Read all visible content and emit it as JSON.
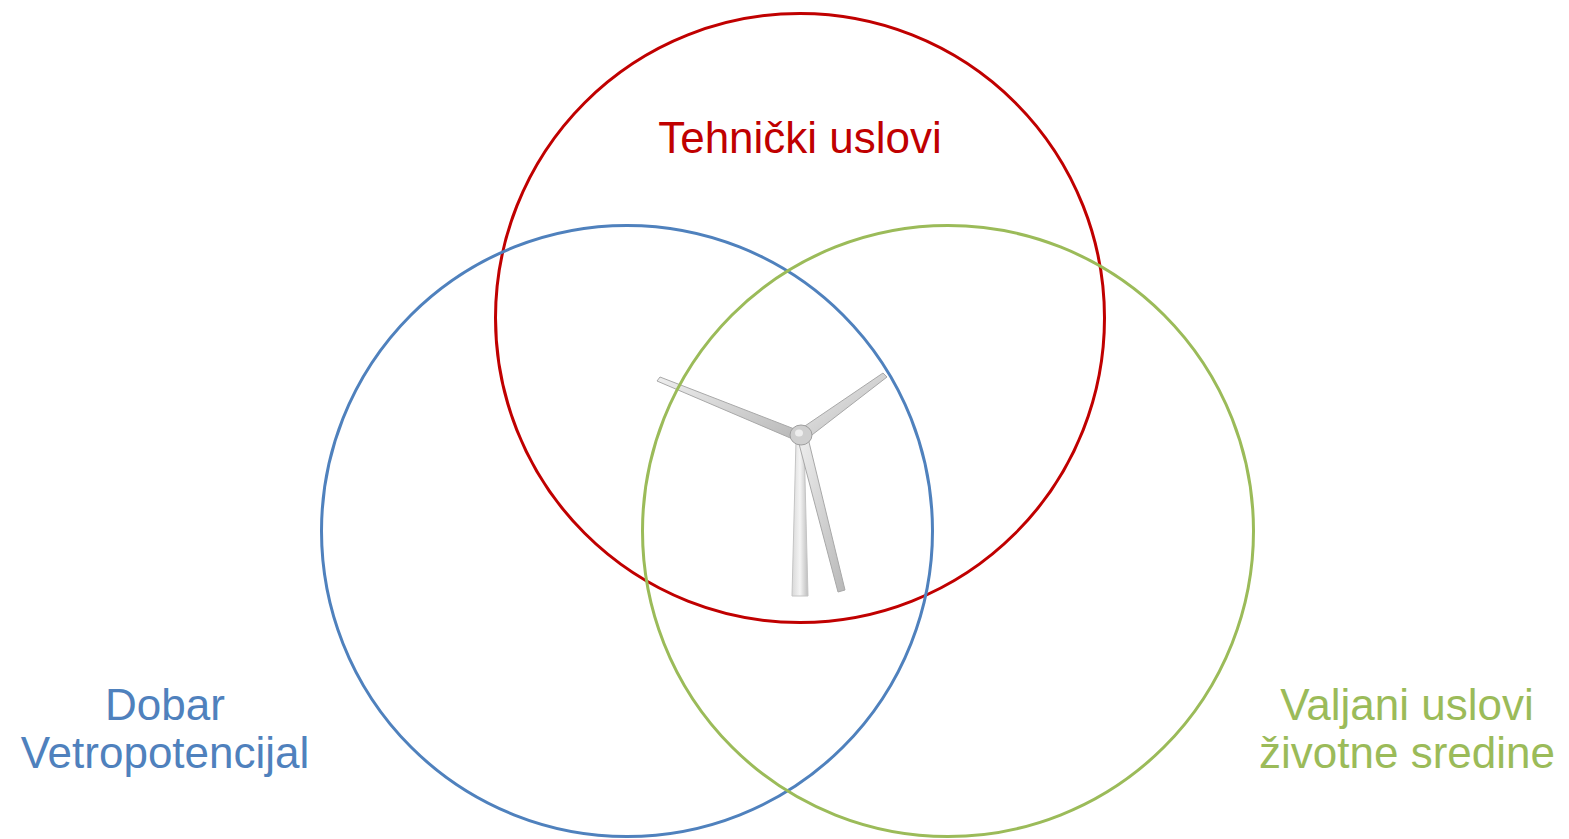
{
  "diagram": {
    "nodes": [
      {
        "text": [
          "Tehnički uslovi"
        ]
      },
      {
        "text": [
          "Dobar Vetropotencijal"
        ]
      },
      {
        "text": [
          "Valjani uslovi životne sredine"
        ]
      }
    ]
  }
}
